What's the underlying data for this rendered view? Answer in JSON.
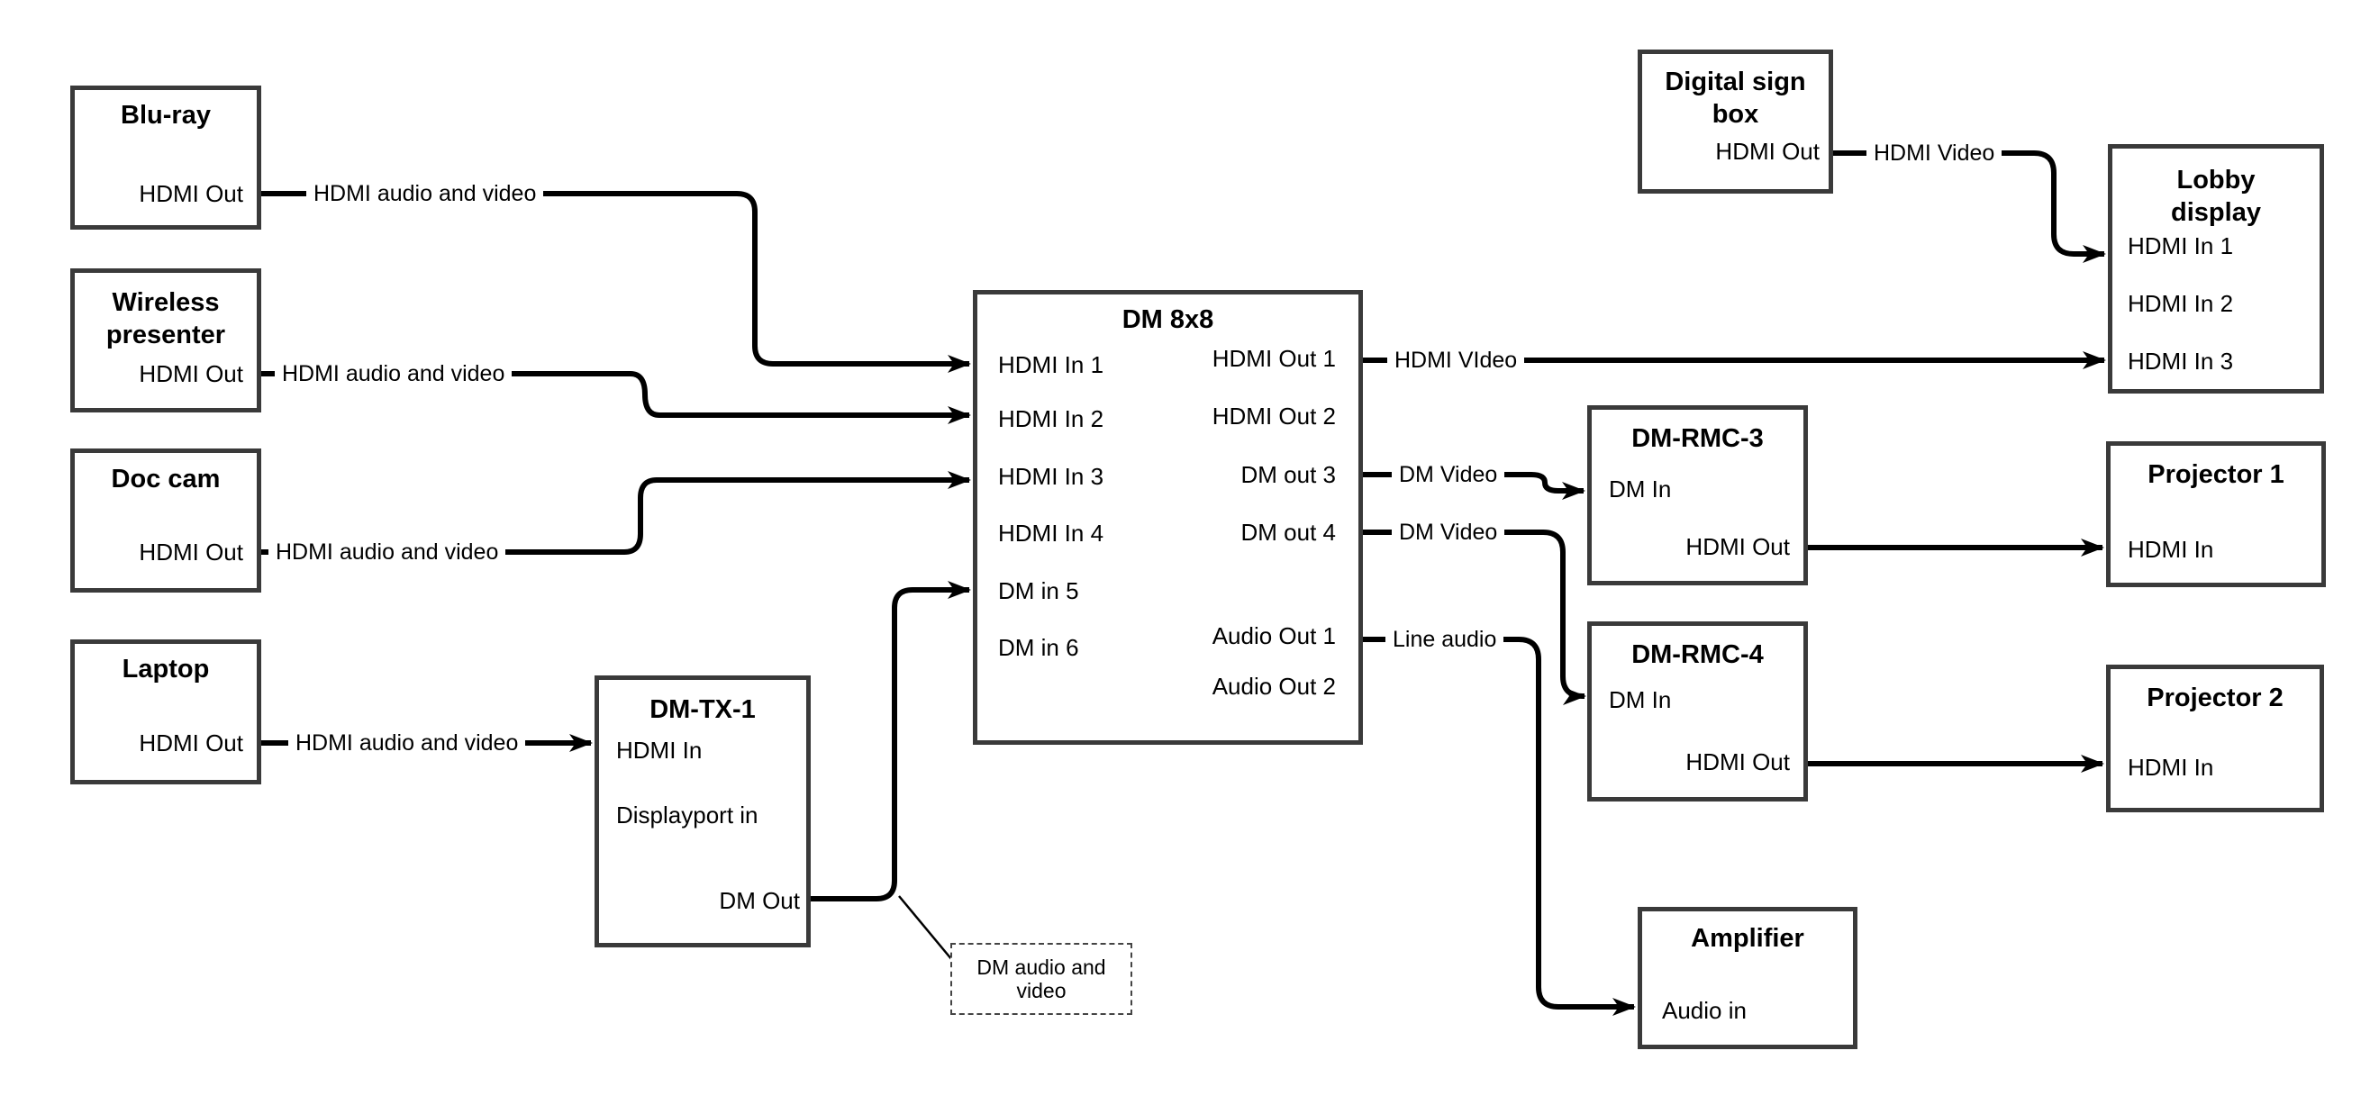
{
  "colors": {
    "background": "#ffffff",
    "box_border": "#3a3a3a",
    "wire": "#000000",
    "text": "#000000"
  },
  "nodes": {
    "bluray": {
      "title": "Blu-ray",
      "hdmi_out": "HDMI Out"
    },
    "wireless_presenter": {
      "title": "Wireless\npresenter",
      "hdmi_out": "HDMI Out"
    },
    "doc_cam": {
      "title": "Doc cam",
      "hdmi_out": "HDMI Out"
    },
    "laptop": {
      "title": "Laptop",
      "hdmi_out": "HDMI Out"
    },
    "dm_tx_1": {
      "title": "DM-TX-1",
      "hdmi_in": "HDMI In",
      "displayport_in": "Displayport in",
      "dm_out": "DM Out"
    },
    "dm_8x8": {
      "title": "DM 8x8",
      "hdmi_in_1": "HDMI In 1",
      "hdmi_in_2": "HDMI In 2",
      "hdmi_in_3": "HDMI In 3",
      "hdmi_in_4": "HDMI In 4",
      "dm_in_5": "DM in 5",
      "dm_in_6": "DM in 6",
      "hdmi_out_1": "HDMI Out 1",
      "hdmi_out_2": "HDMI Out 2",
      "dm_out_3": "DM out 3",
      "dm_out_4": "DM out 4",
      "audio_out_1": "Audio Out 1",
      "audio_out_2": "Audio Out 2"
    },
    "digital_sign_box": {
      "title": "Digital sign\nbox",
      "hdmi_out": "HDMI Out"
    },
    "lobby_display": {
      "title": "Lobby\ndisplay",
      "hdmi_in_1": "HDMI In 1",
      "hdmi_in_2": "HDMI In 2",
      "hdmi_in_3": "HDMI In 3"
    },
    "dm_rmc_3": {
      "title": "DM-RMC-3",
      "dm_in": "DM In",
      "hdmi_out": "HDMI Out"
    },
    "projector_1": {
      "title": "Projector 1",
      "hdmi_in": "HDMI In"
    },
    "dm_rmc_4": {
      "title": "DM-RMC-4",
      "dm_in": "DM In",
      "hdmi_out": "HDMI Out"
    },
    "projector_2": {
      "title": "Projector 2",
      "hdmi_in": "HDMI In"
    },
    "amplifier": {
      "title": "Amplifier",
      "audio_in": "Audio in"
    }
  },
  "wire_labels": {
    "bluray_to_dm8x8": "HDMI audio and video",
    "wireless_to_dm8x8": "HDMI audio and video",
    "doccam_to_dm8x8": "HDMI audio and video",
    "laptop_to_dmtx1": "HDMI audio and video",
    "hdmiout1_to_lobby": "HDMI VIdeo",
    "sign_to_lobby": "HDMI Video",
    "dmout3_to_rmc3": "DM Video",
    "dmout4_to_rmc4": "DM Video",
    "audioout1_to_amp": "Line audio"
  },
  "annotation": {
    "text": "DM audio and\nvideo"
  }
}
